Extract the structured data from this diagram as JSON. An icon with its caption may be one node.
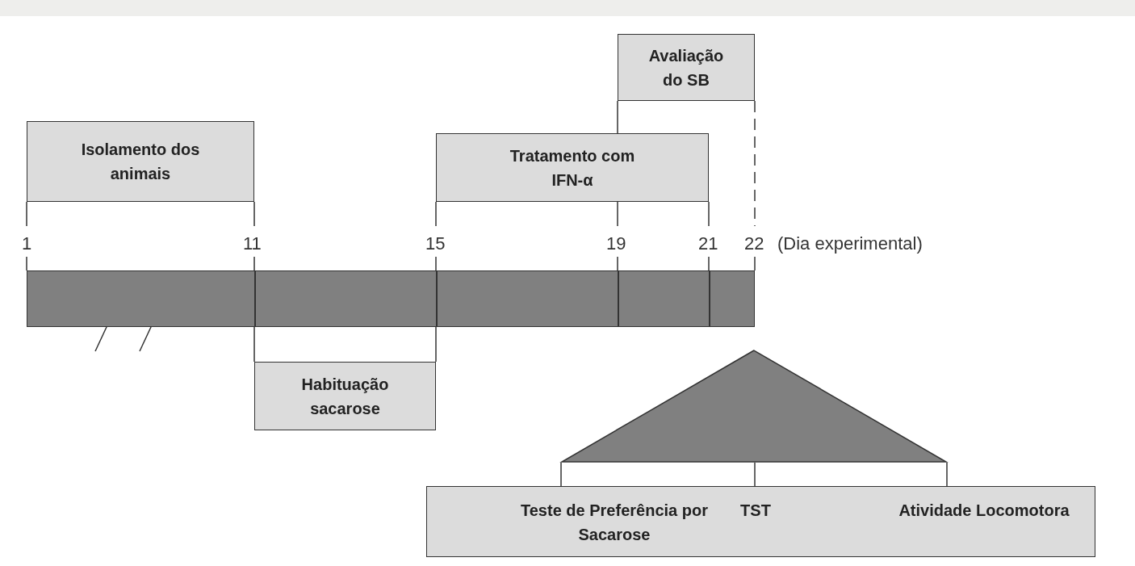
{
  "diagram": {
    "nodes": [
      {
        "text": [
          "Isolamento dos animais"
        ]
      },
      {
        "text": [
          "Tratamento com IFN-α"
        ]
      },
      {
        "text": [
          "Avaliação do SB"
        ]
      },
      {
        "text": [],
        "shape": "bar"
      },
      {
        "text": [
          "Habituação sacarose"
        ]
      },
      {
        "text": [],
        "shape": "triangle"
      },
      {
        "text": [
          "Teste de Preferência por Sacarose",
          "TST",
          "Atividade Locomotora"
        ]
      }
    ],
    "edges": [
      {
        "from": 5,
        "to": 6,
        "arrow": "none"
      },
      {
        "from": 5,
        "to": 6,
        "arrow": "none"
      },
      {
        "from": 5,
        "to": 6,
        "arrow": "none"
      }
    ],
    "labels": [
      "1",
      "11",
      "15",
      "19",
      "21",
      "22",
      "(Dia experimental)"
    ]
  }
}
